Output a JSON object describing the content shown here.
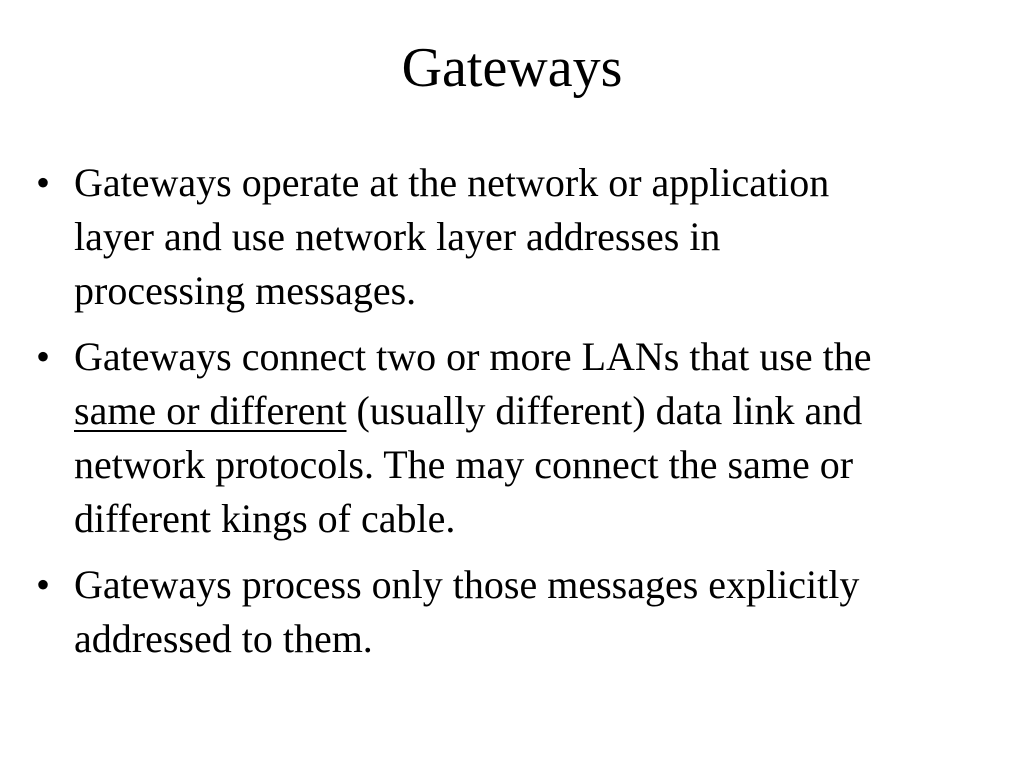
{
  "slide": {
    "title": "Gateways",
    "bullet_symbol": "•",
    "bullets": [
      {
        "lines": [
          "Gateways operate at the network or application",
          "layer and use network layer addresses in",
          "processing messages."
        ]
      },
      {
        "line1": "Gateways connect two or more LANs that use the",
        "line2_underlined": "same or different",
        "line2_rest": " (usually different) data link and",
        "line3": "network protocols.  The may connect the same or",
        "line4": "different kings of cable."
      },
      {
        "lines": [
          "Gateways process only those messages explicitly",
          "addressed to them."
        ]
      }
    ]
  }
}
